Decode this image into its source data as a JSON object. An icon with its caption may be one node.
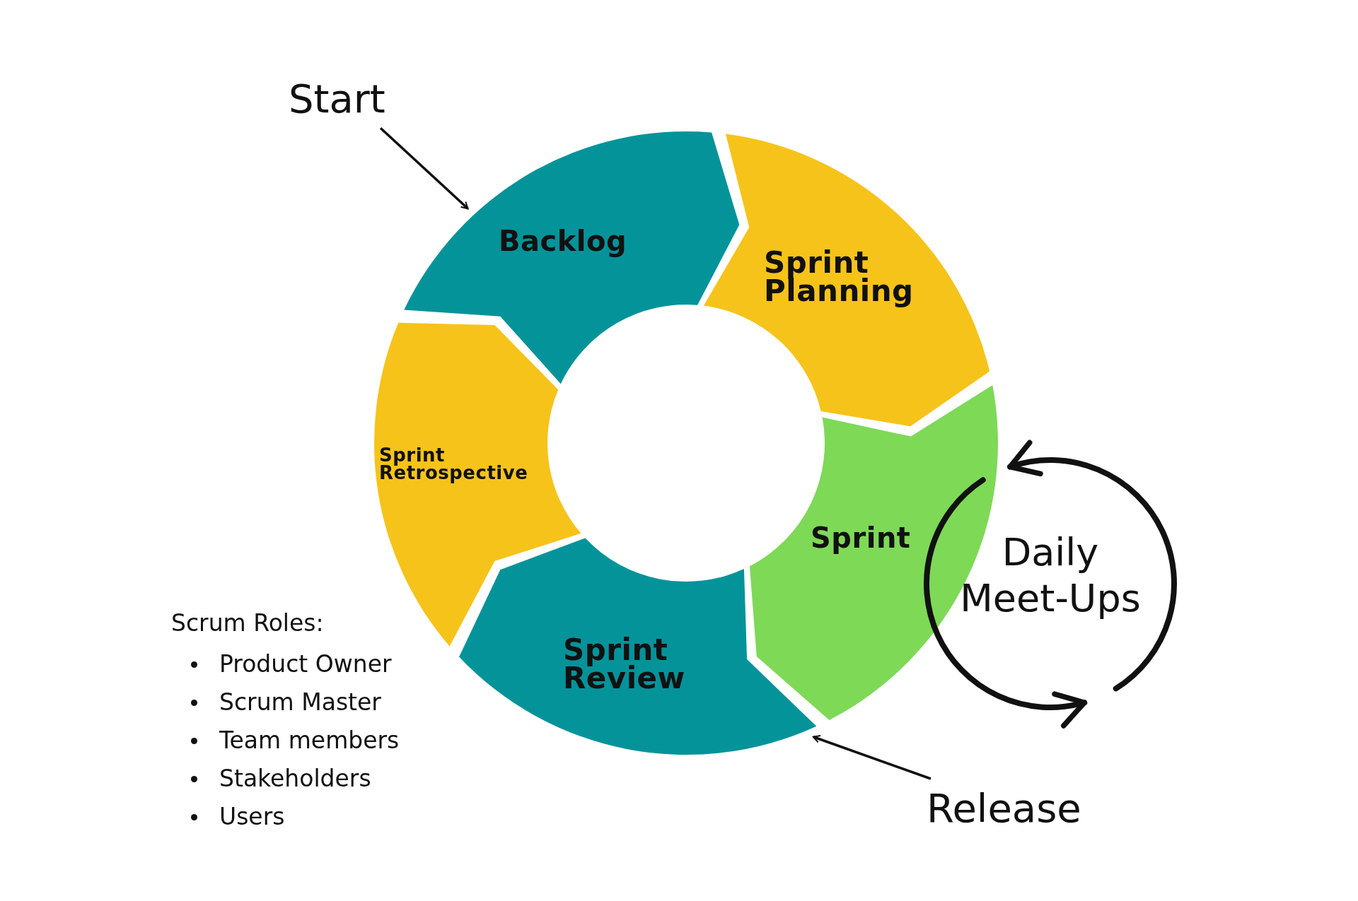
{
  "diagram": {
    "nodes": [
      {
        "text": [
          "Start"
        ]
      },
      {
        "text": [
          "Backlog"
        ]
      },
      {
        "text": [
          "Sprint Planning"
        ]
      },
      {
        "text": [
          "Sprint"
        ]
      },
      {
        "text": [
          "Sprint Review"
        ]
      },
      {
        "text": [
          "Sprint Retrospective"
        ]
      },
      {
        "text": [
          "Daily Meet-Ups"
        ]
      },
      {
        "text": [
          "Release"
        ]
      }
    ],
    "edges": [
      {
        "from": 0,
        "to": 1,
        "arrow": "to"
      },
      {
        "from": 7,
        "to": 4,
        "arrow": "to"
      }
    ],
    "labels": [
      "Scrum Roles:",
      "Product Owner",
      "Scrum Master",
      "Team members",
      "Stakeholders",
      "Users"
    ]
  }
}
